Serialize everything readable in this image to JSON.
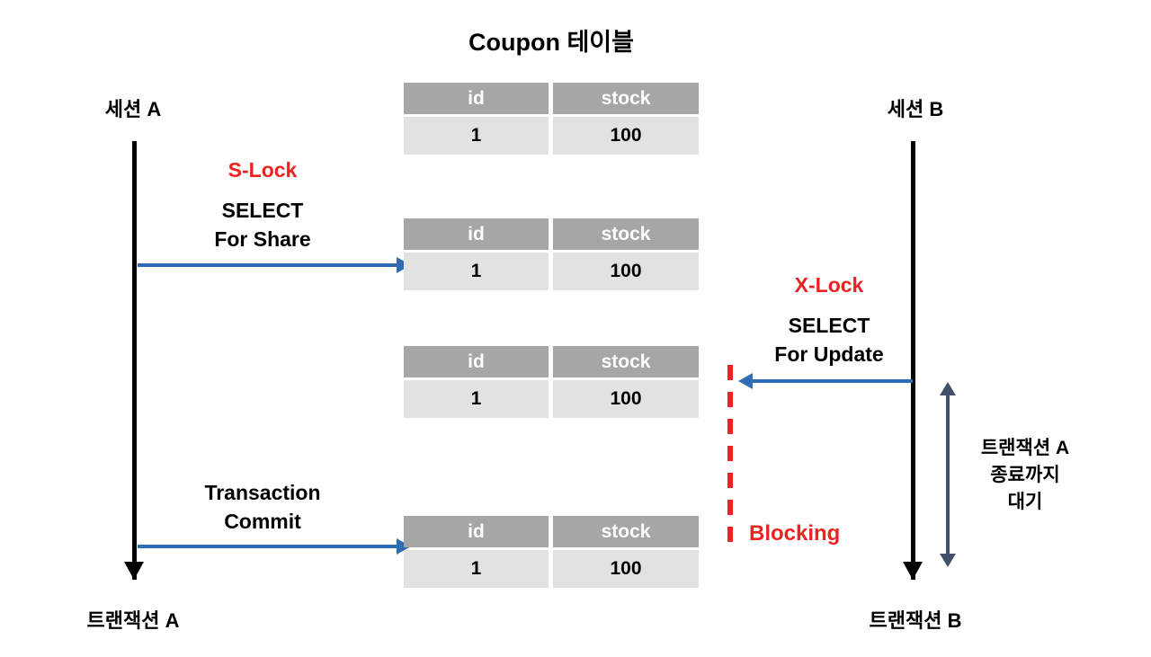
{
  "diagram": {
    "title": "Coupon 테이블",
    "colors": {
      "lock_red": "#ee2222",
      "arrow_blue": "#2e6db4",
      "wait_arrow": "#3f5068",
      "table_header_bg": "#a6a6a6",
      "table_body_bg": "#e2e2e2",
      "lifeline": "#000000"
    }
  },
  "left_lane": {
    "top_label": "세션 A",
    "bottom_label": "트랜잭션 A",
    "step1": {
      "lock": "S-Lock",
      "command_line1": "SELECT",
      "command_line2": "For Share"
    },
    "step2": {
      "command_line1": "Transaction",
      "command_line2": "Commit"
    }
  },
  "right_lane": {
    "top_label": "세션 B",
    "bottom_label": "트랜잭션 B",
    "step1": {
      "lock": "X-Lock",
      "command_line1": "SELECT",
      "command_line2": "For Update"
    },
    "blocking_label": "Blocking",
    "wait_note_line1": "트랜잭션 A",
    "wait_note_line2": "종료까지",
    "wait_note_line3": "대기"
  },
  "tables": [
    {
      "headers": [
        "id",
        "stock"
      ],
      "rows": [
        [
          "1",
          "100"
        ]
      ]
    },
    {
      "headers": [
        "id",
        "stock"
      ],
      "rows": [
        [
          "1",
          "100"
        ]
      ]
    },
    {
      "headers": [
        "id",
        "stock"
      ],
      "rows": [
        [
          "1",
          "100"
        ]
      ]
    },
    {
      "headers": [
        "id",
        "stock"
      ],
      "rows": [
        [
          "1",
          "100"
        ]
      ]
    }
  ]
}
